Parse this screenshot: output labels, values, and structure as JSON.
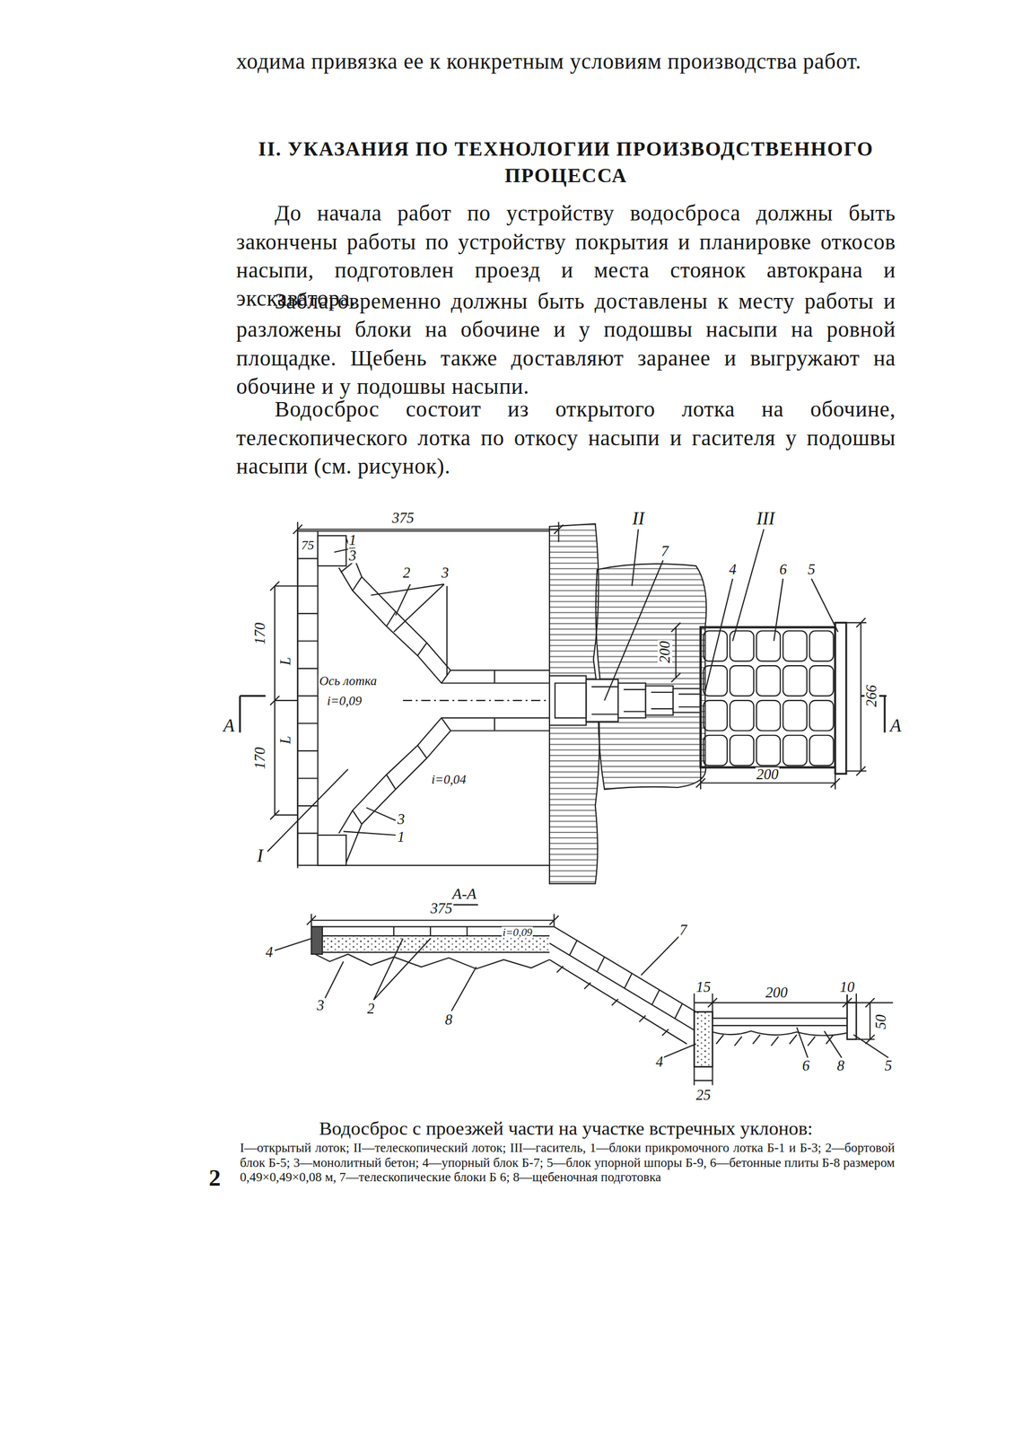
{
  "diagram": {
    "title": "II. УКАЗАНИЯ ПО ТЕХНОЛОГИИ ПРОИЗВОДСТВЕННОГО ПРОЦЕССА",
    "caption": "Водосброс с проезжей части на участке встречных уклонов:",
    "labels": [
      "ходима привязка ее к конкретным условиям производства работ.",
      "До начала работ по устройству водосброса должны быть закончены работы по устройству покрытия и планировке откосов насыпи, подготовлен проезд и места стоянок автокрана и экскаватора.",
      "Заблаговременно должны быть доставлены к месту работы и разложены блоки на обочине и у подошвы насыпи на ровной площадке. Щебень также доставляют заранее и выгружают на обочине и у подошвы насыпи.",
      "Водосброс состоит из открытого лотка на обочине, телескопического лотка по откосу насыпи и гасителя у подошвы насыпи (см. рисунок).",
      "375",
      "75",
      "1",
      "3",
      "2",
      "3",
      "170",
      "L",
      "Ось лотка",
      "i=0,09",
      "170",
      "L",
      "i=0,04",
      "3",
      "1",
      "I",
      "II",
      "III",
      "7",
      "4",
      "6",
      "5",
      "200",
      "266",
      "200",
      "А",
      "А",
      "А-А",
      "375",
      "i=0,09",
      "4",
      "3",
      "2",
      "8",
      "7",
      "15",
      "200",
      "10",
      "50",
      "4",
      "25",
      "6",
      "8",
      "5",
      "I—открытый лоток; II—телескопический лоток; III—гаситель, 1—блоки прикромочного лотка Б-1 и Б-3; 2—бортовой блок Б-5; 3—монолитный бетон; 4—упорный блок Б-7; 5—блок упорной шпоры Б-9, 6—бетонные плиты Б-8 размером 0,49×0,49×0,08 м, 7—телескопические блоки Б 6; 8—щебеночная подготовка",
      "2"
    ]
  }
}
